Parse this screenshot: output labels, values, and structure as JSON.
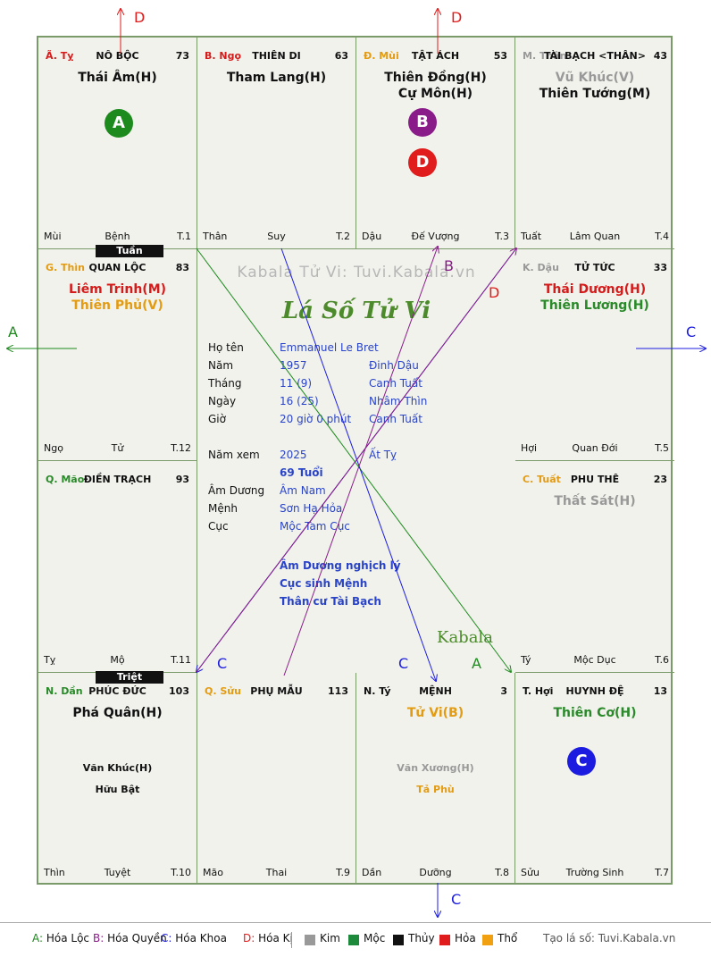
{
  "palaces": [
    {
      "branch": "Ã. Tỵ",
      "branch_color": "#d41c1c",
      "name": "NÔ BỘC",
      "num": "73",
      "main": [
        {
          "text": "Thái Âm(H)",
          "color": "#111111"
        }
      ],
      "minor": [],
      "footer": [
        "Mùi",
        "Bệnh",
        "T.1"
      ]
    },
    {
      "branch": "B. Ngọ",
      "branch_color": "#d41c1c",
      "name": "THIÊN DI",
      "num": "63",
      "main": [
        {
          "text": "Tham Lang(H)",
          "color": "#111111"
        }
      ],
      "minor": [],
      "footer": [
        "Thân",
        "Suy",
        "T.2"
      ]
    },
    {
      "branch": "Đ. Mùi",
      "branch_color": "#e39b12",
      "name": "TẬT ÁCH",
      "num": "53",
      "main": [
        {
          "text": "Thiên Đồng(H)",
          "color": "#111111"
        },
        {
          "text": "Cự Môn(H)",
          "color": "#111111"
        }
      ],
      "minor": [],
      "footer": [
        "Dậu",
        "Đế Vượng",
        "T.3"
      ]
    },
    {
      "branch": "M. Thân",
      "branch_color": "#999999",
      "name": "TÀI BẠCH <THÂN>",
      "num": "43",
      "main": [
        {
          "text": "Vũ Khúc(V)",
          "color": "#999999"
        },
        {
          "text": "Thiên Tướng(M)",
          "color": "#111111"
        }
      ],
      "minor": [],
      "footer": [
        "Tuất",
        "Lâm Quan",
        "T.4"
      ]
    },
    {
      "branch": "G. Thìn",
      "branch_color": "#e39b12",
      "name": "QUAN LỘC",
      "num": "83",
      "main": [
        {
          "text": "Liêm Trinh(M)",
          "color": "#d41c1c"
        },
        {
          "text": "Thiên Phủ(V)",
          "color": "#e39b12"
        }
      ],
      "minor": [],
      "footer": [
        "Ngọ",
        "Tử",
        "T.12"
      ]
    },
    {
      "branch": "K. Dậu",
      "branch_color": "#999999",
      "name": "TỬ TỨC",
      "num": "33",
      "main": [
        {
          "text": "Thái Dương(H)",
          "color": "#d41c1c"
        },
        {
          "text": "Thiên Lương(H)",
          "color": "#2a8a2a"
        }
      ],
      "minor": [],
      "footer": [
        "Hợi",
        "Quan Đới",
        "T.5"
      ]
    },
    {
      "branch": "Q. Mão",
      "branch_color": "#2a8a2a",
      "name": "ĐIỀN TRẠCH",
      "num": "93",
      "main": [],
      "minor": [],
      "footer": [
        "Tỵ",
        "Mộ",
        "T.11"
      ]
    },
    {
      "branch": "C. Tuất",
      "branch_color": "#e39b12",
      "name": "PHU THÊ",
      "num": "23",
      "main": [
        {
          "text": "Thất Sát(H)",
          "color": "#999999"
        }
      ],
      "minor": [],
      "footer": [
        "Tý",
        "Mộc Dục",
        "T.6"
      ]
    },
    {
      "branch": "N. Dần",
      "branch_color": "#2a8a2a",
      "name": "PHÚC ĐỨC",
      "num": "103",
      "main": [
        {
          "text": "Phá Quân(H)",
          "color": "#111111"
        }
      ],
      "minor": [
        {
          "text": "Văn Khúc(H)",
          "color": "#111111"
        },
        {
          "text": "Hữu Bật",
          "color": "#111111"
        }
      ],
      "footer": [
        "Thìn",
        "Tuyệt",
        "T.10"
      ]
    },
    {
      "branch": "Q. Sửu",
      "branch_color": "#e39b12",
      "name": "PHỤ MẪU",
      "num": "113",
      "main": [],
      "minor": [],
      "footer": [
        "Mão",
        "Thai",
        "T.9"
      ]
    },
    {
      "branch": "N. Tý",
      "branch_color": "#111111",
      "name": "MỆNH",
      "num": "3",
      "main": [
        {
          "text": "Tử Vi(B)",
          "color": "#e39b12"
        }
      ],
      "minor": [
        {
          "text": "Văn Xương(H)",
          "color": "#999999"
        },
        {
          "text": "Tả Phù",
          "color": "#e39b12"
        }
      ],
      "footer": [
        "Dần",
        "Dưỡng",
        "T.8"
      ]
    },
    {
      "branch": "T. Hợi",
      "branch_color": "#111111",
      "name": "HUYNH ĐỆ",
      "num": "13",
      "main": [
        {
          "text": "Thiên Cơ(H)",
          "color": "#2a8a2a"
        }
      ],
      "minor": [],
      "footer": [
        "Sửu",
        "Trường Sinh",
        "T.7"
      ]
    }
  ],
  "badges": {
    "tuan": "Tuần",
    "triet": "Triệt"
  },
  "circles": [
    {
      "label": "A",
      "color": "#1c8a1c"
    },
    {
      "label": "B",
      "color": "#8a1c8a"
    },
    {
      "label": "D",
      "color": "#e01c1c"
    },
    {
      "label": "C",
      "color": "#1c1ce0"
    }
  ],
  "center": {
    "watermark": "Kabala Tử Vi: Tuvi.Kabala.vn",
    "title": "Lá Số Tử Vi",
    "rows": [
      {
        "label": "Họ tên",
        "v1": "Emmanuel Le Bret",
        "v2": ""
      },
      {
        "label": "Năm",
        "v1": "1957",
        "v2": "Đinh Dậu"
      },
      {
        "label": "Tháng",
        "v1": "11  (9)",
        "v2": "Canh Tuất"
      },
      {
        "label": "Ngày",
        "v1": "16  (25)",
        "v2": "Nhâm Thìn"
      },
      {
        "label": "Giờ",
        "v1": "20 giờ 0 phút",
        "v2": "Canh Tuất"
      },
      {
        "label": "Năm xem",
        "v1": "2025",
        "v2": "Ất Tỵ"
      },
      {
        "label": "",
        "v1": "69 Tuổi",
        "v2": ""
      },
      {
        "label": "Âm Dương",
        "v1": "Âm Nam",
        "v2": ""
      },
      {
        "label": "Mệnh",
        "v1": "Sơn Hạ Hỏa",
        "v2": ""
      },
      {
        "label": "Cục",
        "v1": "Mộc Tam Cục",
        "v2": ""
      }
    ],
    "notes": [
      "Âm Dương nghịch lý",
      "Cục sinh Mệnh",
      "Thân cư Tài Bạch"
    ],
    "brand": "Kabala"
  },
  "outer_labels": [
    {
      "text": "D",
      "color": "#e01c1c"
    },
    {
      "text": "D",
      "color": "#e01c1c"
    },
    {
      "text": "A",
      "color": "#1c8a1c"
    },
    {
      "text": "C",
      "color": "#1c1ce0"
    },
    {
      "text": "C",
      "color": "#1c1ce0"
    },
    {
      "text": "B",
      "color": "#8a1c8a"
    },
    {
      "text": "D",
      "color": "#e01c1c"
    },
    {
      "text": "C",
      "color": "#1c1ce0"
    },
    {
      "text": "C",
      "color": "#1c1ce0"
    },
    {
      "text": "A",
      "color": "#1c8a1c"
    }
  ],
  "legend": {
    "hoa": [
      {
        "key": "A:",
        "key_color": "#1c8a1c",
        "label": "Hóa Lộc"
      },
      {
        "key": "B:",
        "key_color": "#8a1c8a",
        "label": "Hóa Quyền"
      },
      {
        "key": "C:",
        "key_color": "#1c1ce0",
        "label": "Hóa Khoa"
      },
      {
        "key": "D:",
        "key_color": "#e01c1c",
        "label": "Hóa Kị"
      }
    ],
    "elements": [
      {
        "label": "Kim",
        "color": "#999999"
      },
      {
        "label": "Mộc",
        "color": "#1c8a3a"
      },
      {
        "label": "Thủy",
        "color": "#111111"
      },
      {
        "label": "Hỏa",
        "color": "#e01c1c"
      },
      {
        "label": "Thổ",
        "color": "#f0a010"
      }
    ],
    "site": "Tạo lá số: Tuvi.Kabala.vn"
  }
}
